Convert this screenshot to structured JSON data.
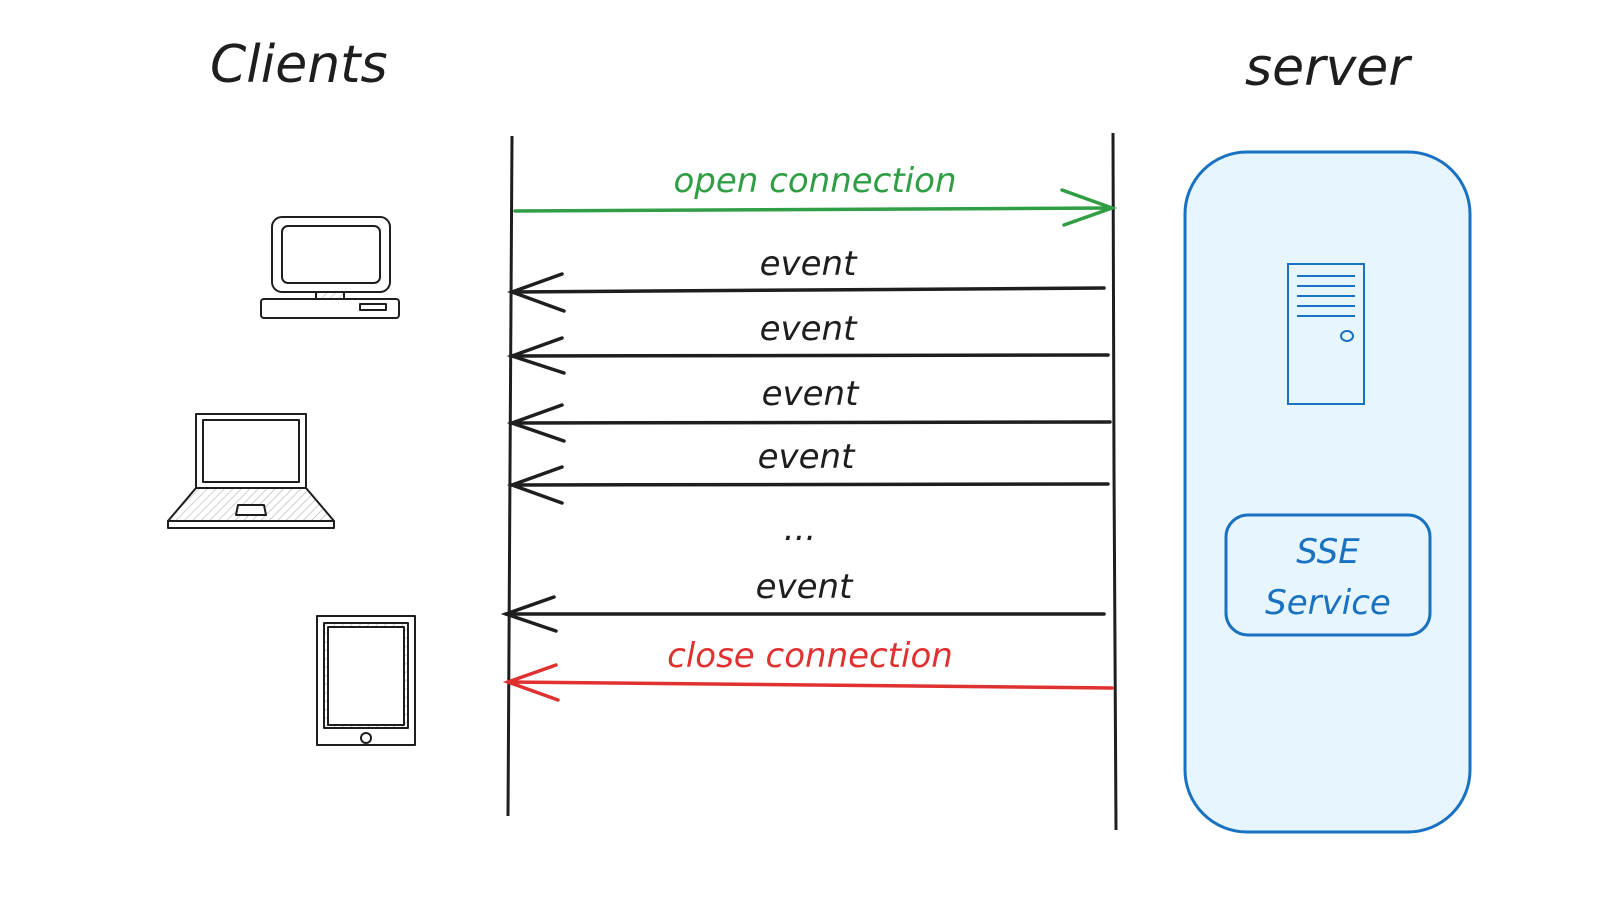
{
  "titles": {
    "clients": "Clients",
    "server": "server"
  },
  "devices": [
    {
      "icon": "desktop-computer-icon"
    },
    {
      "icon": "laptop-icon"
    },
    {
      "icon": "tablet-icon"
    }
  ],
  "server": {
    "machine_icon": "server-tower-icon",
    "service_label_line1": "SSE",
    "service_label_line2": "Service"
  },
  "messages": {
    "open": "open connection",
    "event1": "event",
    "event2": "event",
    "event3": "event",
    "event4": "event",
    "ellipsis": "...",
    "event5": "event",
    "close": "close connection"
  },
  "colors": {
    "ink": "#1e1e1e",
    "open": "#2f9e44",
    "close": "#e03131",
    "server_stroke": "#1971c2",
    "server_fill": "#e7f5ff",
    "hatch": "#adb5bd"
  }
}
